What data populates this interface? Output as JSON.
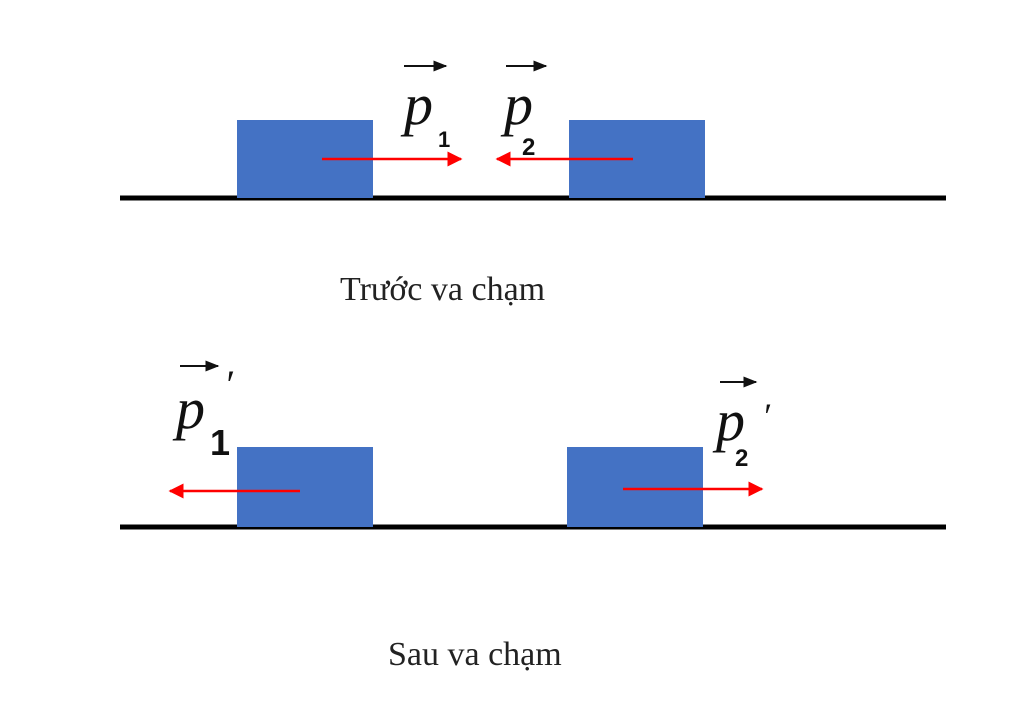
{
  "colors": {
    "block": "#4472c4",
    "arrow": "#ff0000",
    "ground": "#000000"
  },
  "before": {
    "caption": "Trước va chạm",
    "p1": {
      "symbol": "p",
      "subscript": "1"
    },
    "p2": {
      "symbol": "p",
      "subscript": "2"
    }
  },
  "after": {
    "caption": "Sau va chạm",
    "p1": {
      "symbol": "p",
      "subscript": "1",
      "prime": "′"
    },
    "p2": {
      "symbol": "p",
      "subscript": "2",
      "prime": "′"
    }
  }
}
